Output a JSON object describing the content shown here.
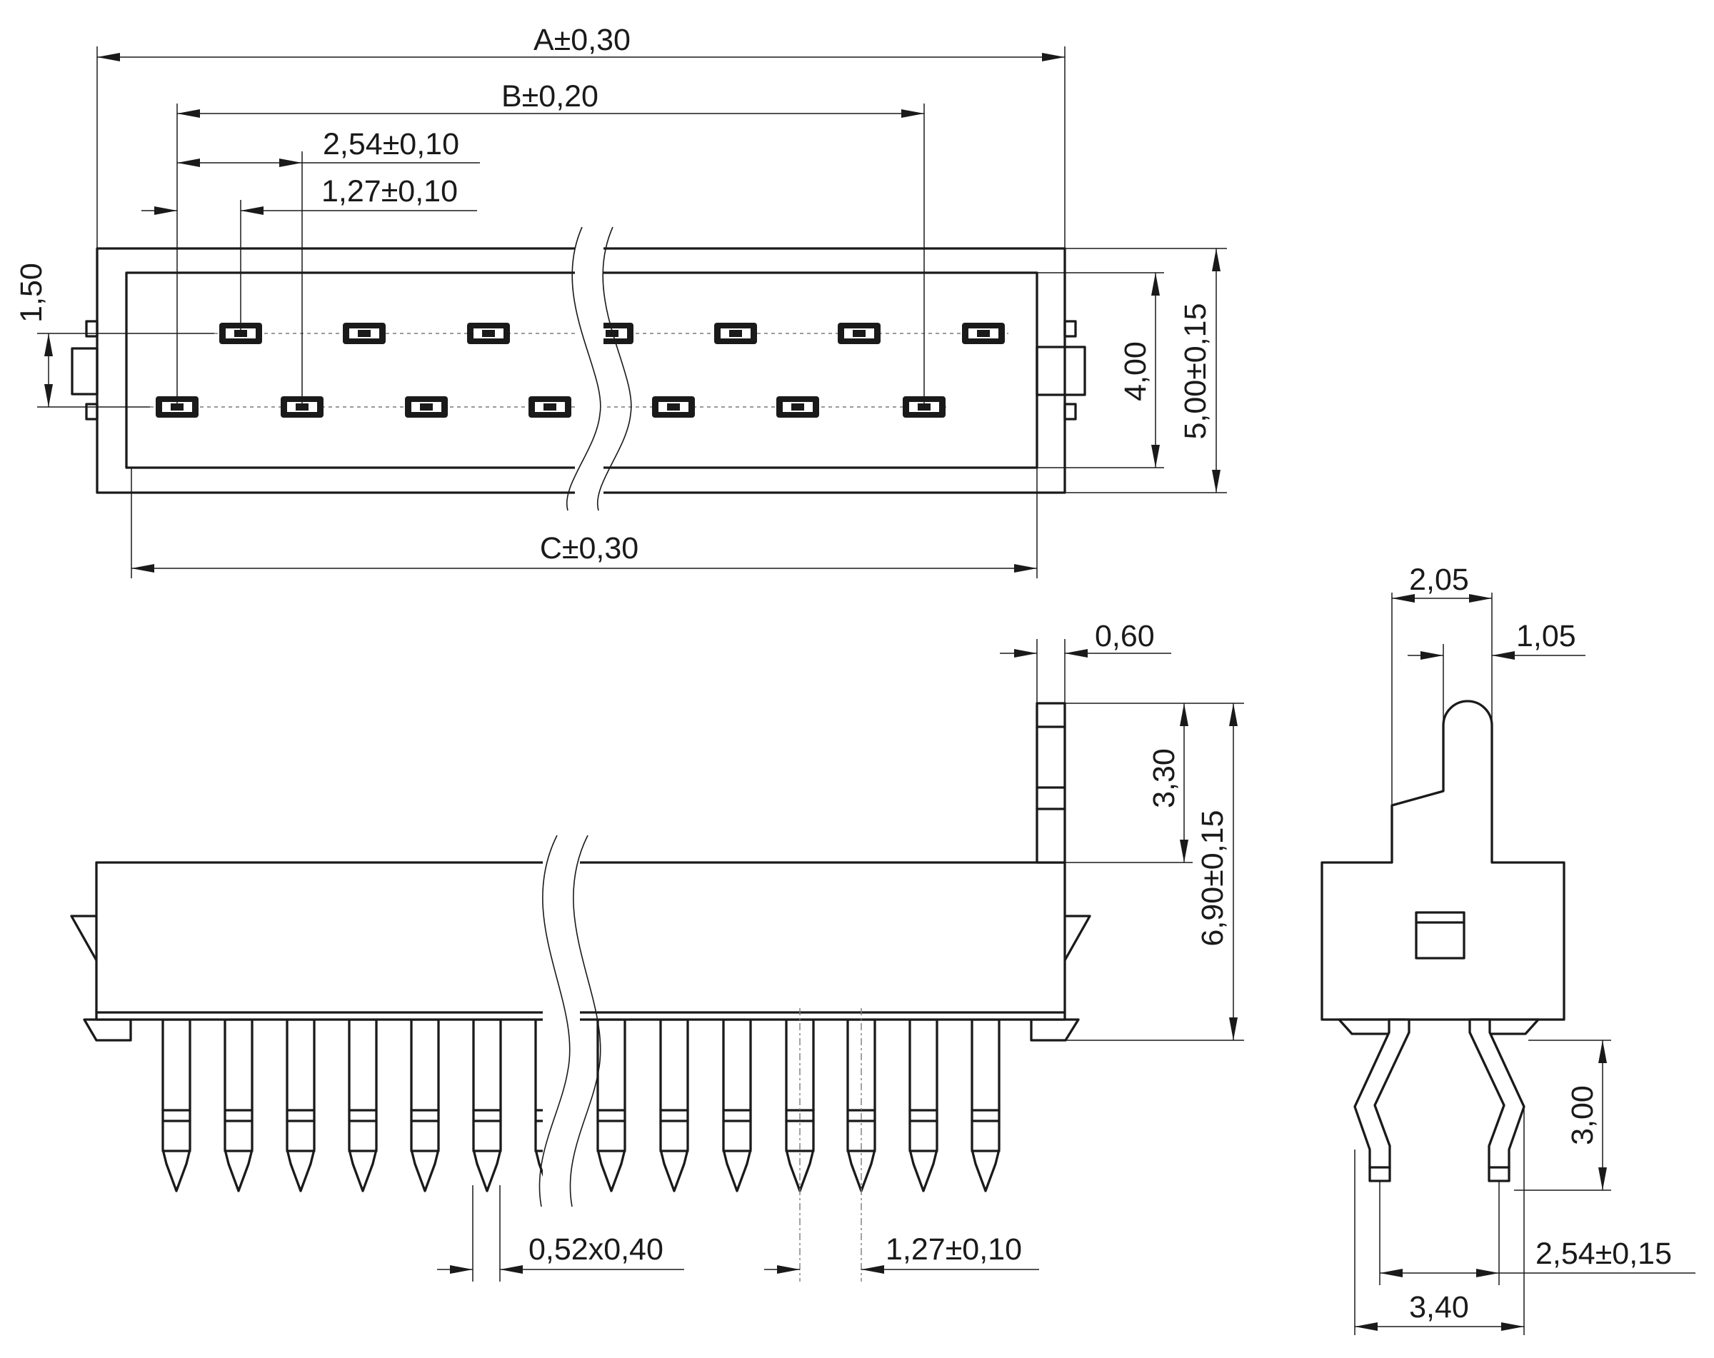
{
  "drawing": {
    "top_view": {
      "dim_A": "A±0,30",
      "dim_B": "B±0,20",
      "dim_pitch_2_54": "2,54±0,10",
      "dim_pitch_1_27": "1,27±0,10",
      "dim_C": "C±0,30",
      "dim_row_offset": "1,50",
      "dim_inner_height": "4,00",
      "dim_outer_height": "5,00±0,15"
    },
    "front_view": {
      "dim_post_width": "0,60",
      "dim_post_height": "3,30",
      "dim_total_height": "6,90±0,15",
      "dim_pin_size": "0,52x0,40",
      "dim_pin_pitch": "1,27±0,10"
    },
    "side_view": {
      "dim_top_width": "2,05",
      "dim_post_offset": "1,05",
      "dim_pin_length": "3,00",
      "dim_row_pitch": "2,54±0,15",
      "dim_foot_span": "3,40"
    }
  }
}
